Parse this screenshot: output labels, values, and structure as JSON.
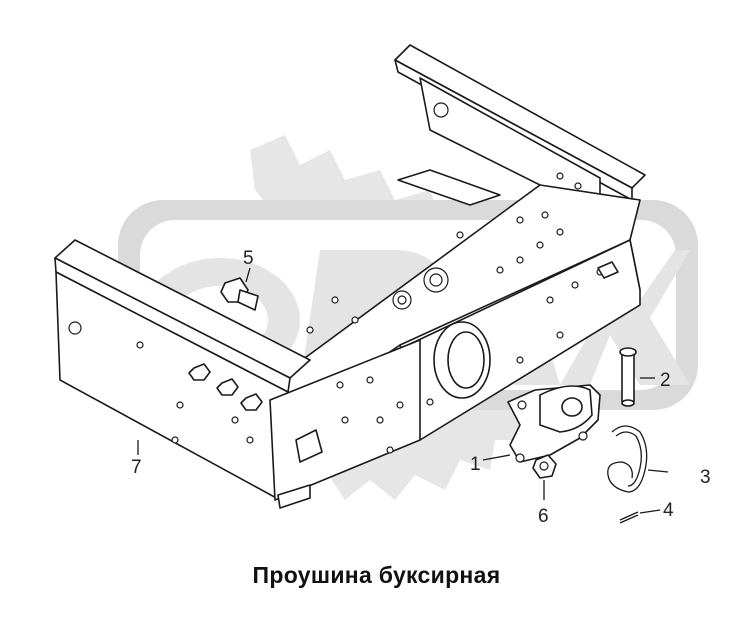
{
  "caption": "Проушина буксирная",
  "callouts": [
    {
      "id": "1",
      "label": "1"
    },
    {
      "id": "2",
      "label": "2"
    },
    {
      "id": "3",
      "label": "3"
    },
    {
      "id": "4",
      "label": "4"
    },
    {
      "id": "5",
      "label": "5"
    },
    {
      "id": "6",
      "label": "6"
    },
    {
      "id": "7",
      "label": "7"
    }
  ],
  "watermark": {
    "text": "ОРБИТА"
  },
  "colors": {
    "line": "#1a1a1a",
    "watermark": "#d9d9d9",
    "background": "#ffffff"
  }
}
